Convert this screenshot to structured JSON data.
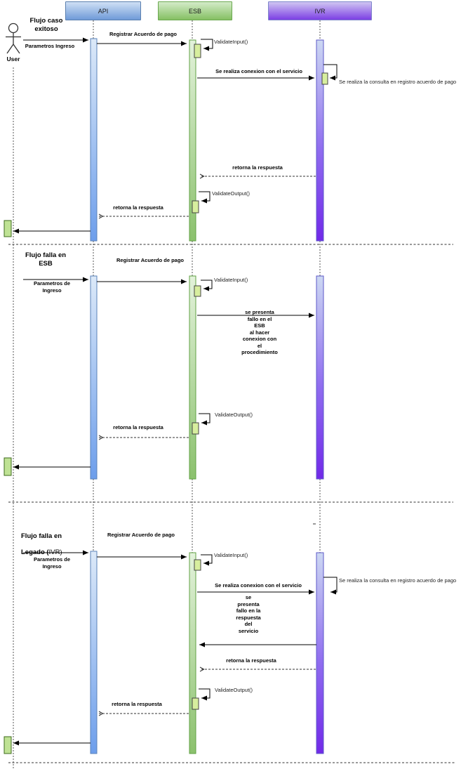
{
  "colors": {
    "api_accent": "#6d9eeb",
    "esb_accent": "#8bc16d",
    "ivr_accent": "#7129e8"
  },
  "actor": {
    "label": "User"
  },
  "headers": {
    "api": "API",
    "esb": "ESB",
    "ivr": "IVR"
  },
  "flow1": {
    "title": "Flujo caso\nexitoso",
    "msg_parametros": "Parametros Ingreso",
    "msg_registrar": "Registrar Acuerdo de pago",
    "msg_validate_input": "ValidateInput()",
    "msg_conexion": "Se realiza conexion con el servicio",
    "msg_consulta": "Se realiza la consulta en registro acuerdo de pago",
    "msg_retorna_1": "retorna la respuesta",
    "msg_validate_output": "ValidateOutput()",
    "msg_retorna_2": "retorna la respuesta"
  },
  "flow2": {
    "title": "Flujo falla en\nESB",
    "msg_parametros": "Parametros de\nIngreso",
    "msg_registrar": "Registrar Acuerdo de pago",
    "msg_validate_input": "ValidateInput()",
    "msg_fallo": "se presenta\nfallo en el\nESB\nal hacer\nconexion con\nel\nprocedimiento",
    "msg_validate_output": "ValidateOutput()",
    "msg_retorna": "retorna la respuesta"
  },
  "flow3": {
    "title_line1": "Flujo falla en",
    "title_line2_bold": "Legado (",
    "title_line2_regular": "IVR)",
    "msg_parametros": "Parametros de\nIngreso",
    "msg_registrar": "Registrar Acuerdo de pago",
    "msg_validate_input": "ValidateInput()",
    "msg_conexion": "Se realiza conexion con el servicio",
    "msg_consulta": "Se realiza la consulta en registro acuerdo de pago",
    "msg_fallo": "se\npresenta\nfallo en la\nrespuesta\ndel\nservicio",
    "msg_retorna_1": "retorna la respuesta",
    "msg_validate_output": "ValidateOutput()",
    "msg_retorna_2": "retorna la respuesta"
  }
}
